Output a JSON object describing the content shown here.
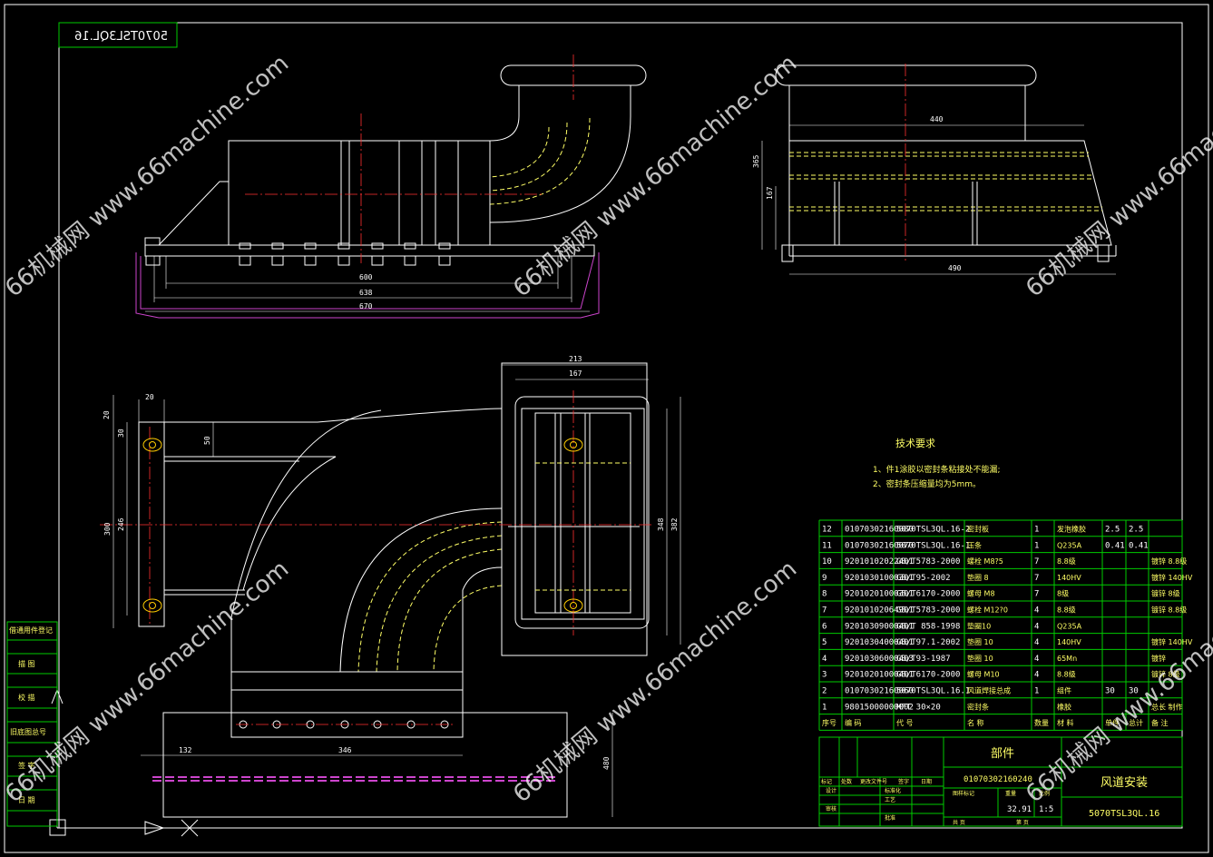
{
  "colors": {
    "background": "#000000",
    "outline": "#ffffff",
    "frame": "#00cc00",
    "centerline": "#ff3030",
    "hidden": "#ffff66",
    "magenta": "#cc44cc",
    "bolt": "#ffcc00"
  },
  "drawing_number_mirrored": "5070TSL3QL.16",
  "watermarks": [
    "66机械网 www.66machine.com",
    "66机械网 www.66machine.com",
    "66机械网 www.66machine.com",
    "66机械网 www.66machine.com",
    "66机械网 www.66machine.com",
    "66机械网 www.66machine.com"
  ],
  "dimensions": {
    "front_600": "600",
    "front_638": "638",
    "front_670": "670",
    "side_440": "440",
    "side_365": "365",
    "side_167": "167",
    "side_490": "490",
    "top_20a": "20",
    "top_20b": "20",
    "top_30": "30",
    "top_50": "50",
    "top_300": "300",
    "top_246": "246",
    "top_213": "213",
    "top_167": "167",
    "top_348": "348",
    "top_382": "382",
    "top_132": "132",
    "top_346": "346",
    "top_480": "480"
  },
  "tech_requirements": {
    "heading": "技术要求",
    "items": [
      "1、件1涂胶以密封条粘接处不能漏;",
      "2、密封条压缩量均为5mm。"
    ]
  },
  "side_stamps": [
    "借通用件登记",
    "描 图",
    "校 描",
    "旧底图总号",
    "签 字",
    "日 期"
  ],
  "bom": {
    "header": [
      "序号",
      "编 码",
      "代 号",
      "名 称",
      "数量",
      "材 料",
      "单件",
      "总计",
      "备 注"
    ],
    "rows": [
      [
        "12",
        "01070302160080",
        "5070TSL3QL.16-2",
        "密封板",
        "1",
        "发泡橡胶",
        "2.5",
        "2.5",
        ""
      ],
      [
        "11",
        "01070302160070",
        "5070TSL3QL.16-1",
        "压条",
        "1",
        "Q235A",
        "0.41",
        "0.41",
        ""
      ],
      [
        "10",
        "92010102022401",
        "GB/T5783-2000",
        "螺栓 M8?5",
        "7",
        "8.8级",
        "",
        "",
        "镀锌 8.8级"
      ],
      [
        "9",
        "92010301000301",
        "GB/T95-2002",
        "垫圈 8",
        "7",
        "140HV",
        "",
        "",
        "镀锌 140HV"
      ],
      [
        "8",
        "92010201000301",
        "GB/T6170-2000",
        "螺母 M8",
        "7",
        "8级",
        "",
        "",
        "镀锌 8级"
      ],
      [
        "7",
        "92010102064901",
        "GB/T5783-2000",
        "螺栓 M12?0",
        "4",
        "8.8级",
        "",
        "",
        "镀锌 8.8级"
      ],
      [
        "6",
        "92010309000401",
        "GB/T 858-1998",
        "垫圈10",
        "4",
        "Q235A",
        "",
        "",
        ""
      ],
      [
        "5",
        "92010304000401",
        "GB/T97.1-2002",
        "垫圈 10",
        "4",
        "140HV",
        "",
        "",
        "镀锌 140HV"
      ],
      [
        "4",
        "92010306000403",
        "GB/T93-1987",
        "垫圈 10",
        "4",
        "65Mn",
        "",
        "",
        "镀锌"
      ],
      [
        "3",
        "92010201000401",
        "GB/T6170-2000",
        "螺母 M10",
        "4",
        "8.8级",
        "",
        "",
        "镀锌 8级"
      ],
      [
        "2",
        "01070302160060",
        "5070TSL3QL.16.1",
        "风道焊接总成",
        "1",
        "组件",
        "30",
        "30",
        ""
      ],
      [
        "1",
        "98015000000002",
        "MFT 30×20",
        "密封条",
        "",
        "橡胶",
        "",
        "",
        "总长 制作"
      ]
    ]
  },
  "title_block": {
    "component_label": "部件",
    "part_code": "01070302160240",
    "part_name": "风道安装",
    "drawing_number": "5070TSL3QL.16",
    "weight": "32.91",
    "scale": "1:5",
    "labels": [
      "标记",
      "处数",
      "更改文件号",
      "签字",
      "日期",
      "设计",
      "标准化",
      "审核",
      "工艺",
      "批准",
      "图样标记",
      "重量",
      "比例",
      "共 页",
      "第 页"
    ]
  }
}
